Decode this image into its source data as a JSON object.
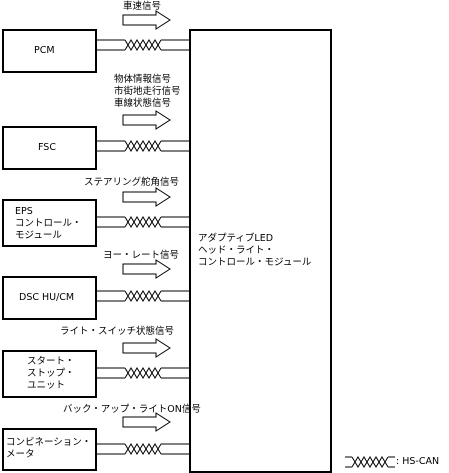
{
  "central": {
    "label": "アダプティブLED\nヘッド・ライト・\nコントロール・モジュール"
  },
  "modules": [
    {
      "id": "pcm",
      "label": "PCM",
      "signal": "車速信号"
    },
    {
      "id": "fsc",
      "label": "FSC",
      "signal": "物体情報信号\n市街地走行信号\n車線状態信号"
    },
    {
      "id": "eps",
      "label": "EPS\nコントロール・\nモジュール",
      "signal": "ステアリング舵角信号"
    },
    {
      "id": "dsc",
      "label": "DSC HU/CM",
      "signal": "ヨー・レート信号"
    },
    {
      "id": "start",
      "label": "スタート・\nストップ・\nユニット",
      "signal": "ライト・スイッチ状態信号"
    },
    {
      "id": "combi",
      "label": "コンビネーション・\nメータ",
      "signal": "バック・アップ・ライトON信号"
    }
  ],
  "legend": {
    "label": ": HS-CAN"
  }
}
